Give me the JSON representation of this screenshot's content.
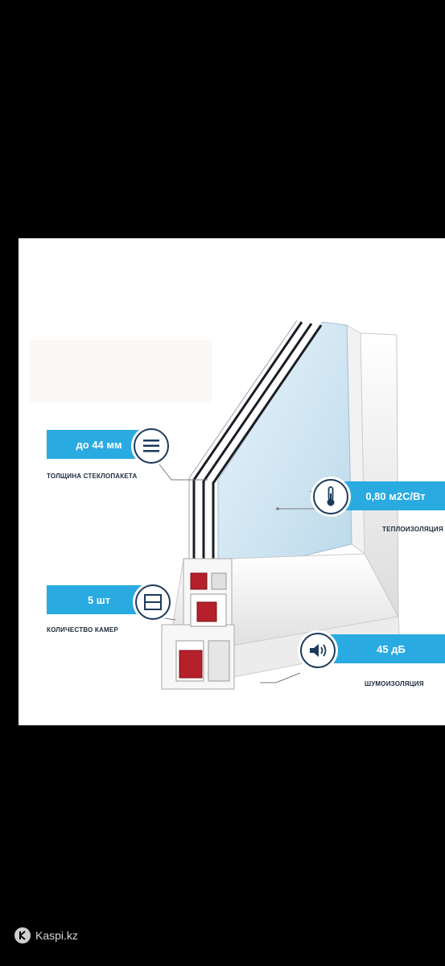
{
  "glass": {
    "value": "до 44 мм",
    "caption": "ТОЛЩИНА СТЕКЛОПАКЕТА",
    "icon": "glass-layers-icon"
  },
  "chambers": {
    "value": "5 шт",
    "caption": "КОЛИЧЕСТВО КАМЕР",
    "icon": "chambers-icon"
  },
  "thermal": {
    "value": "0,80 м2С/Вт",
    "caption": "ТЕПЛОИЗОЛЯЦИЯ",
    "icon": "thermometer-icon"
  },
  "sound": {
    "value": "45 дБ",
    "caption": "ШУМОИЗОЛЯЦИЯ",
    "icon": "speaker-icon"
  },
  "footer": {
    "brand": "Kaspi.kz"
  },
  "colors": {
    "accent": "#29aae1",
    "icon_stroke": "#1c3a5b",
    "chamber_red": "#b5202a"
  }
}
